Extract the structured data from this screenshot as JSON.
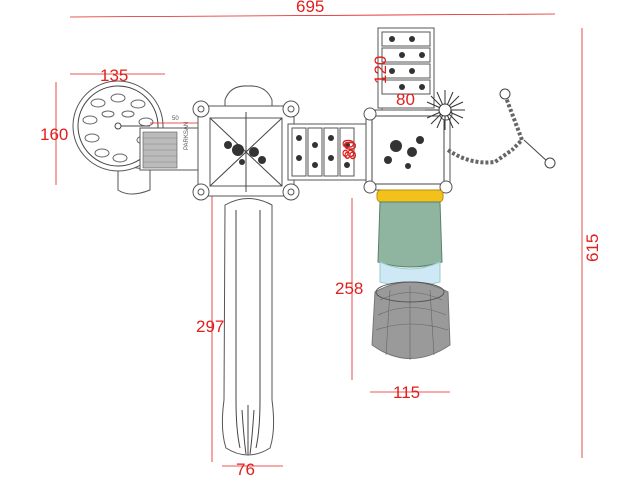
{
  "dimensions": {
    "total_width": "695",
    "total_height": "615",
    "tower_width": "135",
    "tower_height": "160",
    "panel_height": "120",
    "slide_length": "297",
    "slide_width": "76",
    "tube_length": "258",
    "net_width": "115"
  },
  "labels": {
    "panel_a": "80",
    "panel_b": "80",
    "panel_c": "80",
    "small_mark": "50",
    "brand": "PARKSAN"
  },
  "colors": {
    "dimension": "#e0201e",
    "outline": "#555555",
    "tube_green": "#8fb5a0",
    "tube_yellow": "#f2c21b",
    "tube_blue": "#cfe8f5",
    "net_gray": "#9a9a9a"
  }
}
